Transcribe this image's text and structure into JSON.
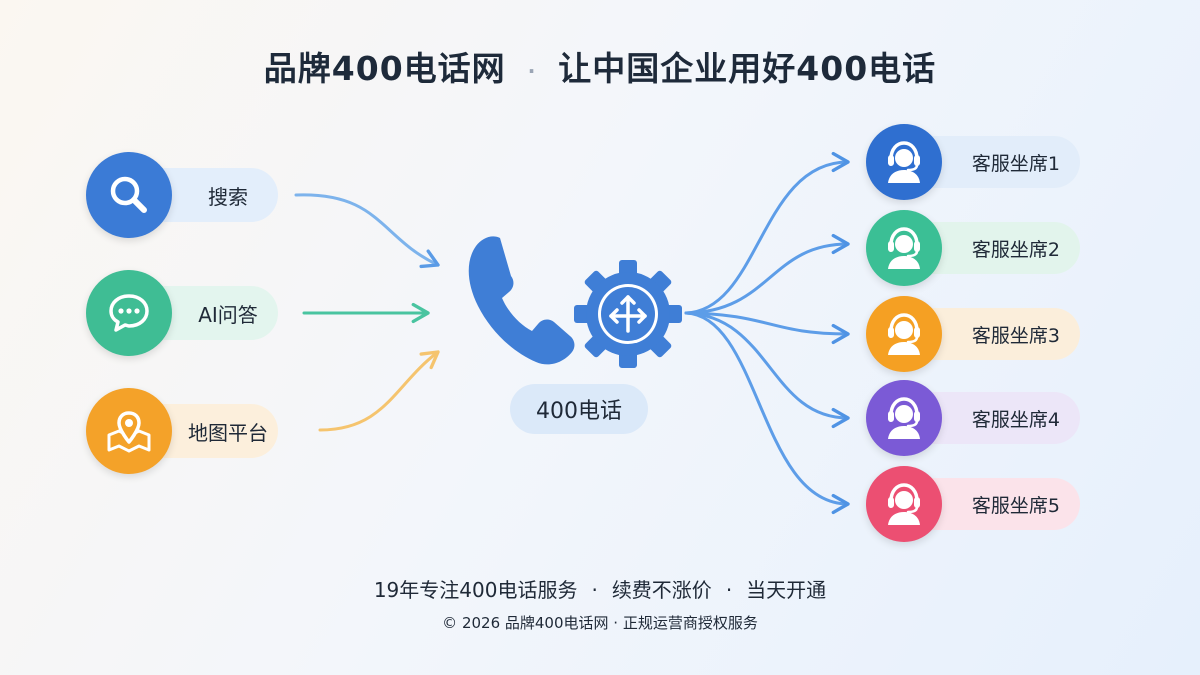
{
  "title": {
    "left": "品牌400电话网",
    "separator": "·",
    "right": "让中国企业用好400电话"
  },
  "sources": [
    {
      "label": "搜索",
      "icon": "search-icon",
      "color": "#3b7bd6",
      "pill_color": "#e3eefb"
    },
    {
      "label": "AI问答",
      "icon": "chat-icon",
      "color": "#3fbd94",
      "pill_color": "#e3f5ee"
    },
    {
      "label": "地图平台",
      "icon": "map-pin-icon",
      "color": "#f4a229",
      "pill_color": "#fcefdc"
    }
  ],
  "center": {
    "label": "400电话",
    "icons": [
      "phone-icon",
      "gear-routing-icon"
    ],
    "color": "#3f7ed6"
  },
  "agents": [
    {
      "label": "客服坐席1",
      "icon": "headset-agent-icon",
      "color": "#2f6fd0",
      "pill_color": "#e2edfa"
    },
    {
      "label": "客服坐席2",
      "icon": "headset-agent-icon",
      "color": "#3bbf95",
      "pill_color": "#e2f4ec"
    },
    {
      "label": "客服坐席3",
      "icon": "headset-agent-icon",
      "color": "#f5a023",
      "pill_color": "#fbeedb"
    },
    {
      "label": "客服坐席4",
      "icon": "headset-agent-icon",
      "color": "#7b5ad6",
      "pill_color": "#ece6f8"
    },
    {
      "label": "客服坐席5",
      "icon": "headset-agent-icon",
      "color": "#ec4f72",
      "pill_color": "#fbe3ea"
    }
  ],
  "footer": {
    "features": [
      "19年专注400电话服务",
      "续费不涨价",
      "当天开通"
    ],
    "separator": "·",
    "copyright": "© 2026 品牌400电话网 · 正规运营商授权服务"
  }
}
